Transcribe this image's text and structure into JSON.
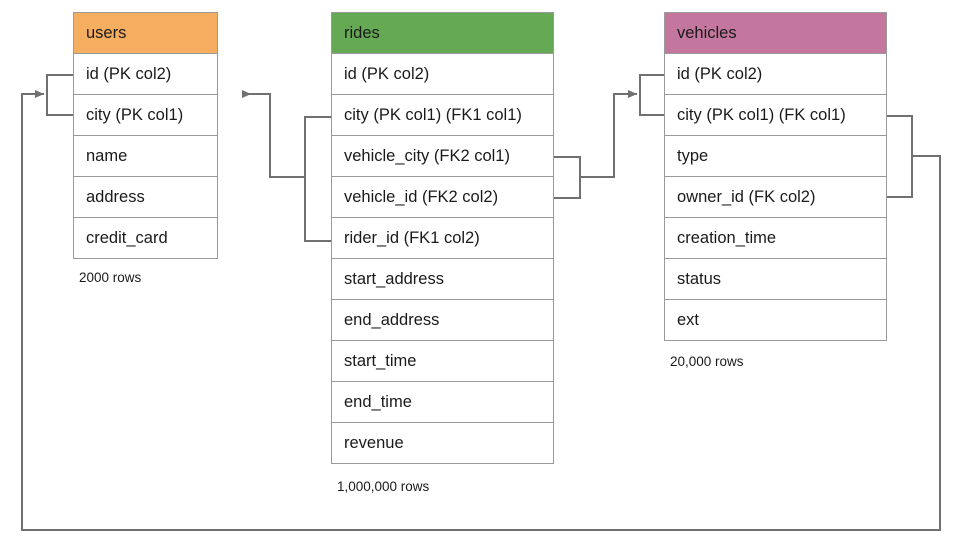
{
  "diagram": {
    "title": "database-schema-er-diagram",
    "line_color": "#707070",
    "background": "#ffffff"
  },
  "entities": [
    {
      "id": "users",
      "name": "users",
      "header_color": "#F5AE60",
      "row_count_label": "2000 rows",
      "fields": [
        "id (PK col2)",
        "city (PK col1)",
        "name",
        "address",
        "credit_card"
      ]
    },
    {
      "id": "rides",
      "name": "rides",
      "header_color": "#65A954",
      "row_count_label": "1,000,000 rows",
      "fields": [
        "id (PK col2)",
        "city (PK col1) (FK1 col1)",
        "vehicle_city (FK2 col1)",
        "vehicle_id (FK2 col2)",
        "rider_id (FK1 col2)",
        "start_address",
        "end_address",
        "start_time",
        "end_time",
        "revenue"
      ]
    },
    {
      "id": "vehicles",
      "name": "vehicles",
      "header_color": "#C4779E",
      "row_count_label": "20,000 rows",
      "fields": [
        "id (PK col2)",
        "city (PK col1) (FK col1)",
        "type",
        "owner_id (FK col2)",
        "creation_time",
        "status",
        "ext"
      ]
    }
  ],
  "relationships": [
    {
      "id": "rides-fk1-users",
      "from_entity": "rides",
      "from_fields": [
        "city (PK col1) (FK1 col1)",
        "rider_id (FK1 col2)"
      ],
      "to_entity": "users",
      "to_fields": [
        "id (PK col2)",
        "city (PK col1)"
      ],
      "direction": "left"
    },
    {
      "id": "rides-fk2-vehicles",
      "from_entity": "rides",
      "from_fields": [
        "vehicle_city (FK2 col1)",
        "vehicle_id (FK2 col2)"
      ],
      "to_entity": "vehicles",
      "to_fields": [
        "id (PK col2)",
        "city (PK col1) (FK col1)"
      ],
      "direction": "right"
    },
    {
      "id": "vehicles-fk-users",
      "from_entity": "vehicles",
      "from_fields": [
        "city (PK col1) (FK col1)",
        "owner_id (FK col2)"
      ],
      "to_entity": "users",
      "to_fields": [
        "id (PK col2)",
        "city (PK col1)"
      ],
      "direction": "wrap-bottom"
    }
  ]
}
